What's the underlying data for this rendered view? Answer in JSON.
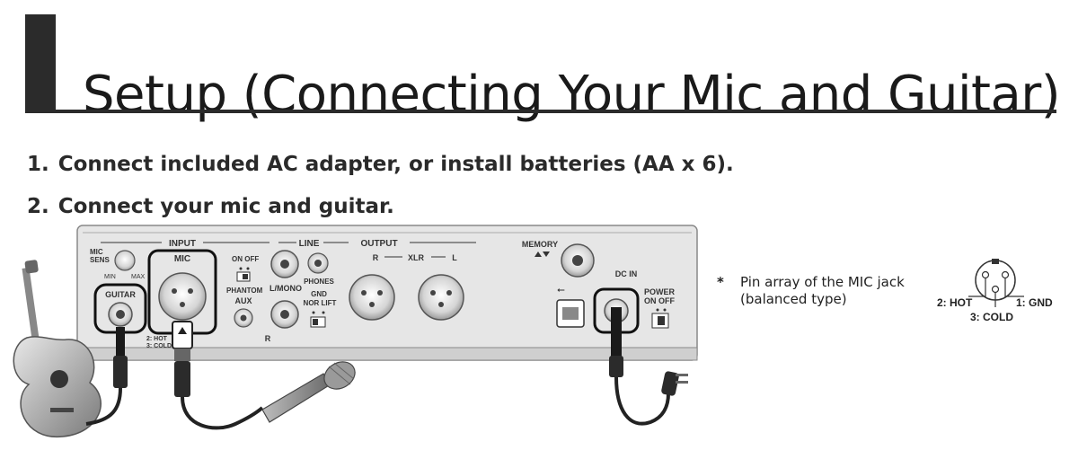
{
  "page": {
    "title": "Setup (Connecting Your Mic and Guitar)",
    "steps": [
      {
        "number": "1.",
        "text": "Connect included AC adapter, or install batteries (AA x 6)."
      },
      {
        "number": "2.",
        "text": "Connect your mic and guitar."
      }
    ]
  },
  "panel": {
    "input": "INPUT",
    "mic_sens": "MIC\nSENS",
    "min": "MIN",
    "max": "MAX",
    "guitar": "GUITAR",
    "mic": "MIC",
    "on_off": "ON OFF",
    "phantom": "PHANTOM",
    "aux": "AUX",
    "line": "LINE",
    "output": "OUTPUT",
    "l_mono": "L/MONO",
    "r": "R",
    "phones": "PHONES",
    "gnd": "GND",
    "nor_lift": "NOR LIFT",
    "xlr_r": "R",
    "xlr": "XLR",
    "xlr_l": "L",
    "memory": "MEMORY",
    "dc_in": "DC IN",
    "power": "POWER",
    "power_on_off": "ON  OFF",
    "pin2_small": "2: HOT",
    "pin3_small": "3: COLD"
  },
  "note": {
    "asterisk": "*",
    "line1": "Pin array of the MIC jack",
    "line2": "(balanced type)"
  },
  "pins": {
    "hot": "2: HOT",
    "gnd": "1: GND",
    "cold": "3: COLD"
  }
}
